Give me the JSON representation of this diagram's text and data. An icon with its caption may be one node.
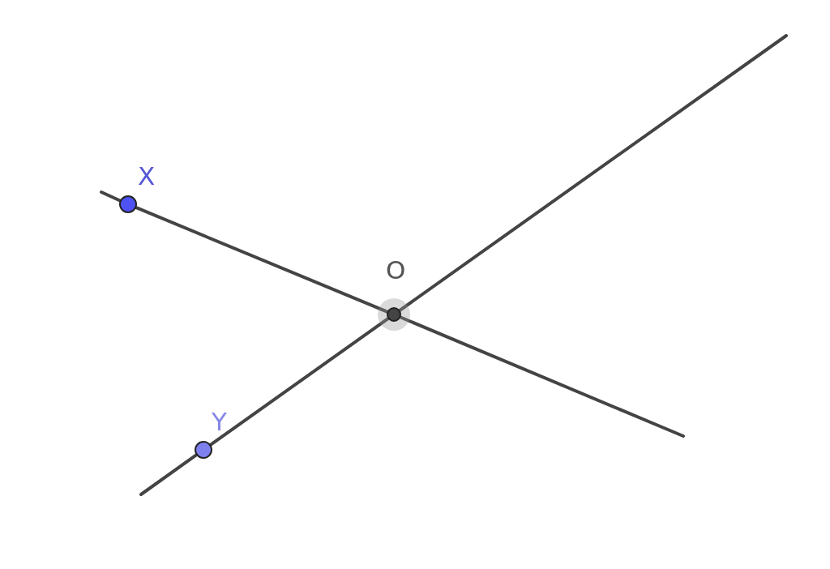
{
  "diagram": {
    "nodes": [
      {
        "text": [
          "X"
        ]
      },
      {
        "text": [
          "O"
        ]
      },
      {
        "text": [
          "Y"
        ]
      }
    ],
    "edges": [
      {
        "from": null,
        "to": 0,
        "arrow": "none"
      },
      {
        "from": 0,
        "to": 1,
        "arrow": "none"
      },
      {
        "from": 1,
        "to": null,
        "arrow": "none"
      },
      {
        "from": null,
        "to": 2,
        "arrow": "none"
      },
      {
        "from": 2,
        "to": 1,
        "arrow": "none"
      },
      {
        "from": 1,
        "to": null,
        "arrow": "none"
      }
    ]
  }
}
